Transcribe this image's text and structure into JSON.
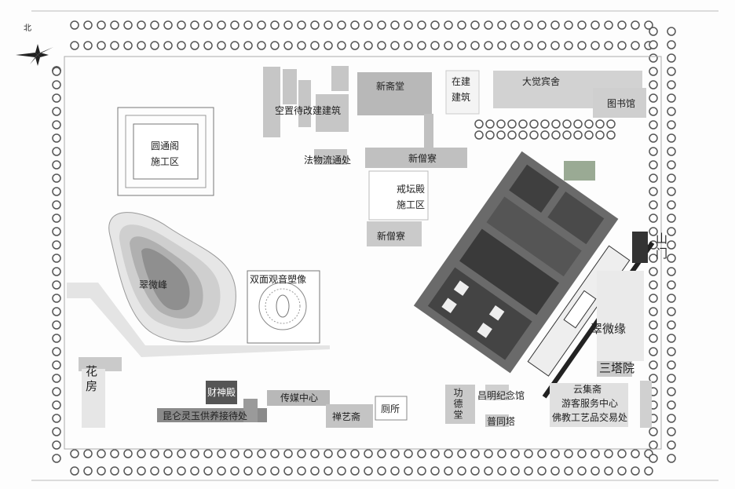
{
  "compass": {
    "north": "北"
  },
  "labels": {
    "yuantongge": "圆通阁",
    "yuantongge_site": "施工区",
    "vacant": "空置待改建建筑",
    "fawu": "法物流通处",
    "xinzhaitang": "新斋堂",
    "zaijian1": "在建",
    "zaijian2": "建筑",
    "dajue": "大觉宾舍",
    "library": "图书馆",
    "sengliao1": "新僧寮",
    "jietan": "戒坛殿",
    "jietan_site": "施工区",
    "sengliao2": "新僧寮",
    "cuiweifeng": "翠微峰",
    "guanyin": "双面观音塑像",
    "shanmen": "山门",
    "cuiweiyuan": "翠微缘",
    "santa": "三塔院",
    "huafang": "花房",
    "caishen": "财神殿",
    "kunlun": "昆仑灵玉供养接待处",
    "media": "传媒中心",
    "chanyi": "禅艺斋",
    "toilet": "厕所",
    "gongde": "功德堂",
    "changming": "昌明纪念馆",
    "putong": "普同塔",
    "yunji": "云集斋",
    "visitor": "游客服务中心",
    "crafts": "佛教工艺品交易处"
  },
  "colors": {
    "building": "#c4c4c4",
    "dark": "#4a4a4a",
    "tree": "#555555",
    "line": "#888888"
  }
}
